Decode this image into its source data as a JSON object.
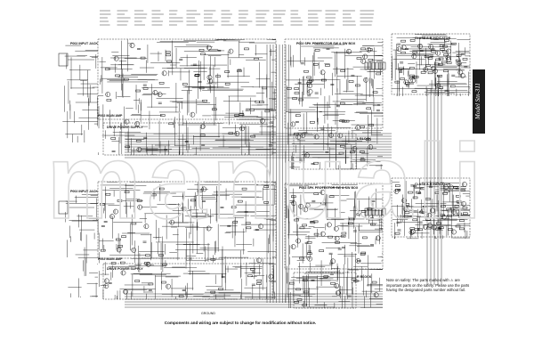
{
  "diagram": {
    "footer_note": "Components and wiring are subject to change for modification without notice.",
    "safety_note": "Note on safety: The parts marked with ⚠ are important parts on the safety. Please use the parts having the designated parts number without fail.",
    "side_tab_label": "Model Stn-311",
    "watermark": "manuali",
    "blocks": {
      "upper_input_jack": "P002 INPUT JACK",
      "upper_main_amp": "P002 MAIN AMP",
      "upper_power_supply": "DRIVE POWER SUPPLY",
      "upper_protector": "P002 SPK PROTECTOR SW & SW BOX",
      "upper_indicator": "CLASS A-B INDICATOR",
      "upper_lblock": "L BLOCK",
      "lower_input_jack": "P002 INPUT JACK",
      "lower_main_amp": "P002 MAIN AMP",
      "lower_power_supply": "DRIVE POWER SUPPLY",
      "lower_protector": "P002 SPK PROTECTOR SW & SW BOX",
      "lower_indicator": "CLASS A-B INDICATOR",
      "lower_rblock": "R BLOCK",
      "ground_label": "GROUND"
    }
  }
}
